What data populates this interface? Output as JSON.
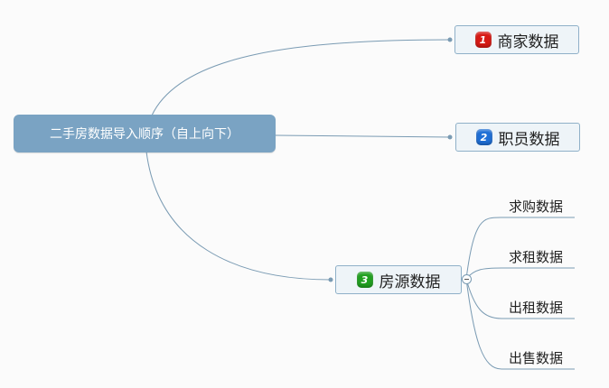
{
  "root": {
    "label": "二手房数据导入顺序（自上向下）"
  },
  "topics": [
    {
      "badge": "1",
      "label": "商家数据",
      "badge_color": "#d71a14"
    },
    {
      "badge": "2",
      "label": "职员数据",
      "badge_color": "#1f6fd6"
    },
    {
      "badge": "3",
      "label": "房源数据",
      "badge_color": "#21a020"
    }
  ],
  "subtopics": [
    "求购数据",
    "求租数据",
    "出租数据",
    "出售数据"
  ],
  "colors": {
    "root_fill": "#7aa3c3",
    "topic_fill": "#eef4f8",
    "connector": "#7a9bb3"
  }
}
